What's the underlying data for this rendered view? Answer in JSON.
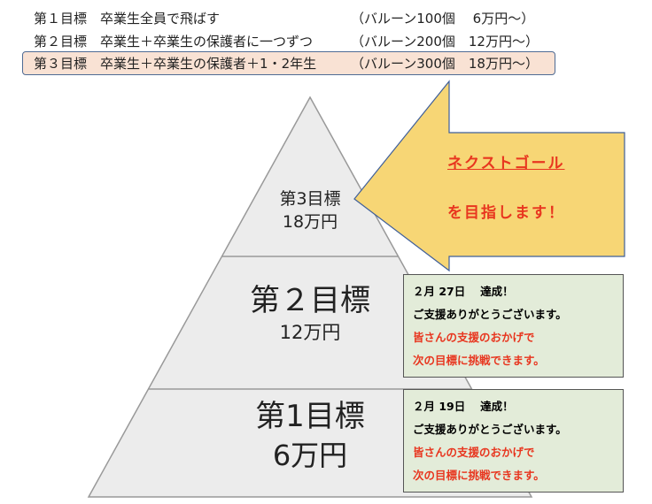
{
  "goals_list": [
    {
      "label": "第１目標",
      "desc": "卒業生全員で飛ばす",
      "detail": "（バルーン100個　 6万円～）"
    },
    {
      "label": "第２目標",
      "desc": "卒業生＋卒業生の保護者に一つずつ",
      "detail": "（バルーン200個　12万円～）"
    },
    {
      "label": "第３目標",
      "desc": "卒業生＋卒業生の保護者＋1・2年生",
      "detail": "（バルーン300個　18万円～）"
    }
  ],
  "pyramid": {
    "tier3": {
      "title": "第3目標",
      "amount": "18万円"
    },
    "tier2": {
      "title": "第２目標",
      "amount": "12万円"
    },
    "tier1": {
      "title": "第1目標",
      "amount": "6万円"
    }
  },
  "arrow": {
    "line1": "ネクストゴール",
    "line2": "を目指します！"
  },
  "notes": [
    {
      "date": "２月 27日　 達成！",
      "thanks": "ご支援ありがとうございます。",
      "red1": "皆さんの支援のおかげで",
      "red2": "次の目標に挑戦できます。"
    },
    {
      "date": "２月 19日　 達成！",
      "thanks": "ご支援ありがとうございます。",
      "red1": "皆さんの支援のおかげで",
      "red2": "次の目標に挑戦できます。"
    }
  ],
  "colors": {
    "highlight": "#f9e2d4",
    "arrow": "#f7d675",
    "note": "#e3ecd9",
    "red": "#e8361f",
    "pyramid": "#ececec"
  }
}
